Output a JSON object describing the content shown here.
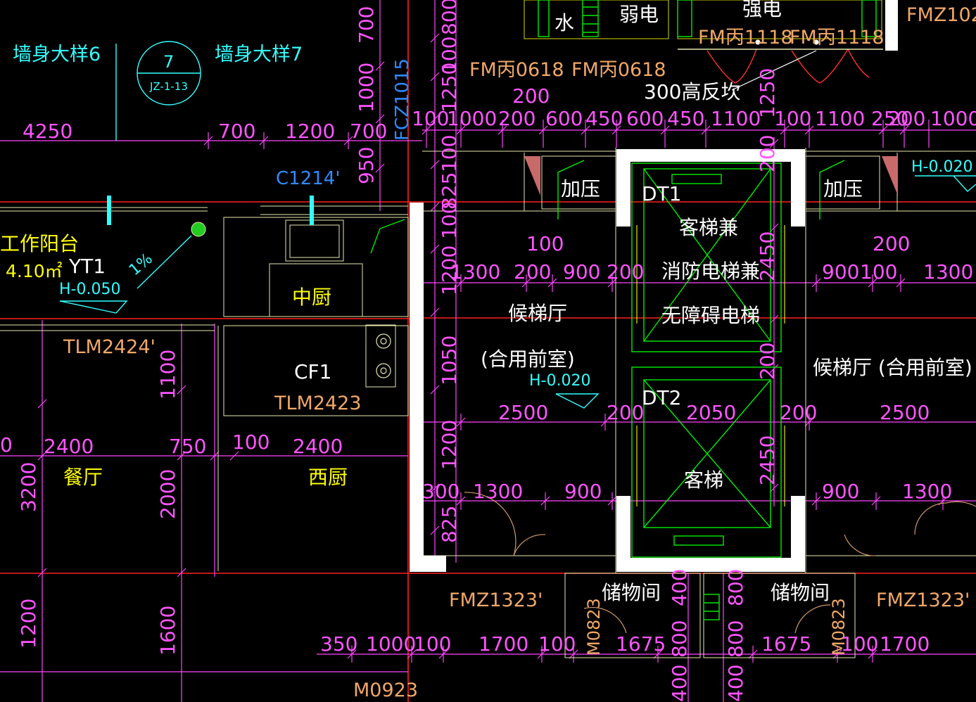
{
  "colors": {
    "background": "#000000",
    "dimension": "#ff44ff",
    "wall": "#ffffff",
    "axis": "#ff0000",
    "elevator": "#00ff00",
    "room_yellow": "#ffff00",
    "detail_cyan": "#33ffff",
    "window_blue": "#2f8bff",
    "door_orange": "#f4a460",
    "pressurize": "#d06a6a",
    "outline": "#e8e8c0"
  },
  "detail_labels": {
    "wall_detail_6": "墙身大样6",
    "wall_detail_7": "墙身大样7",
    "detail_no": "7",
    "detail_ref": "JZ-1-13"
  },
  "rooms": {
    "water": "水",
    "weak_current": "弱电",
    "strong_current": "强电",
    "balcony": "工作阳台",
    "balcony_area": "4.10㎡",
    "balcony_code": "YT1",
    "chinese_kitchen": "中厨",
    "dining": "餐厅",
    "western_kitchen": "西厨",
    "lobby_left_1": "候梯厅",
    "lobby_left_2": "(合用前室)",
    "lobby_right": "候梯厅 (合用前室)",
    "press_left": "加压",
    "press_right": "加压",
    "elevator1_line1": "客梯兼",
    "elevator1_line2": "消防电梯兼",
    "elevator1_line3": "无障碍电梯",
    "elevator2": "客梯",
    "storage_left": "储物间",
    "storage_right": "储物间",
    "flue": "CF1",
    "sill": "300高反坎"
  },
  "codes": {
    "dt1": "DT1",
    "dt2": "DT2",
    "fm_yi_top": "FMZ102",
    "fm_bing_1118_a": "FM丙1118",
    "fm_bing_1118_b": "FM丙1118",
    "fm_bing_0618_a": "FM丙0618",
    "fm_bing_0618_b": "FM丙0618",
    "fcz1015": "FCZ1015",
    "c1214": "C1214'",
    "tlm2424": "TLM2424'",
    "tlm2423": "TLM2423",
    "fm_yi_1323_a": "FMZ1323'",
    "fm_yi_1323_b": "FMZ1323'",
    "m0823_a": "M0823",
    "m0823_b": "M0823",
    "m0923": "M0923"
  },
  "elevations": {
    "balcony": "H-0.050",
    "lobby": "H-0.020",
    "right": "H-0.020",
    "slope": "1%"
  },
  "dimensions": {
    "row_top": [
      "700",
      "800",
      "100",
      "1250",
      "1000",
      "700",
      "950",
      "100",
      "825",
      "100",
      "1200"
    ],
    "row_a": [
      "4250",
      "700",
      "1200",
      "700"
    ],
    "row_b": [
      "100",
      "1000",
      "200",
      "600",
      "450",
      "600",
      "450",
      "1100",
      "100",
      "1100",
      "250",
      "200",
      "1000"
    ],
    "row_b_small": [
      "200",
      "200",
      "1250",
      "1000"
    ],
    "row_c": [
      "100",
      "200",
      "1300",
      "200",
      "900",
      "200",
      "2450",
      "900",
      "100",
      "1300",
      "200"
    ],
    "row_d": [
      "1050",
      "2500",
      "200",
      "2050",
      "200",
      "200",
      "2500",
      "2450"
    ],
    "row_e": [
      "2400",
      "750",
      "100",
      "2400",
      "1100",
      "0"
    ],
    "row_f": [
      "3200",
      "2000",
      "1200",
      "300",
      "1300",
      "900",
      "900",
      "1300",
      "825"
    ],
    "row_g": [
      "350",
      "1000",
      "100",
      "1700",
      "100",
      "1675",
      "800",
      "400",
      "400",
      "800",
      "1675",
      "100",
      "1700",
      "1200",
      "1600"
    ]
  }
}
